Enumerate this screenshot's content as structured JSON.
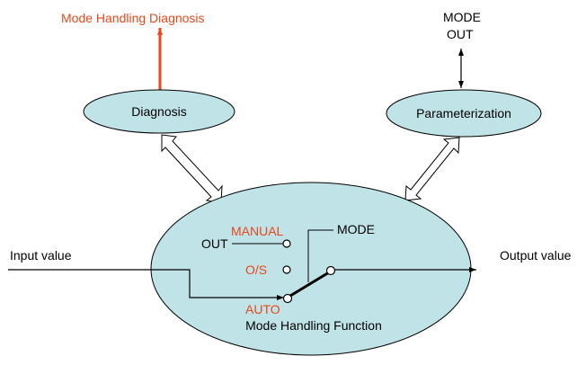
{
  "labels": {
    "mode_handling_diagnosis": "Mode Handling Diagnosis",
    "mode": "MODE",
    "out": "OUT",
    "diagnosis": "Diagnosis",
    "parameterization": "Parameterization",
    "input_value": "Input value",
    "output_value": "Output value",
    "manual": "MANUAL",
    "out_inner": "OUT",
    "os": "O/S",
    "auto": "AUTO",
    "mode_inner": "MODE",
    "function": "Mode Handling Function"
  },
  "colors": {
    "accent_red": "#e8481c",
    "ellipse_fill": "#bfe3e6",
    "stroke": "#000000"
  }
}
